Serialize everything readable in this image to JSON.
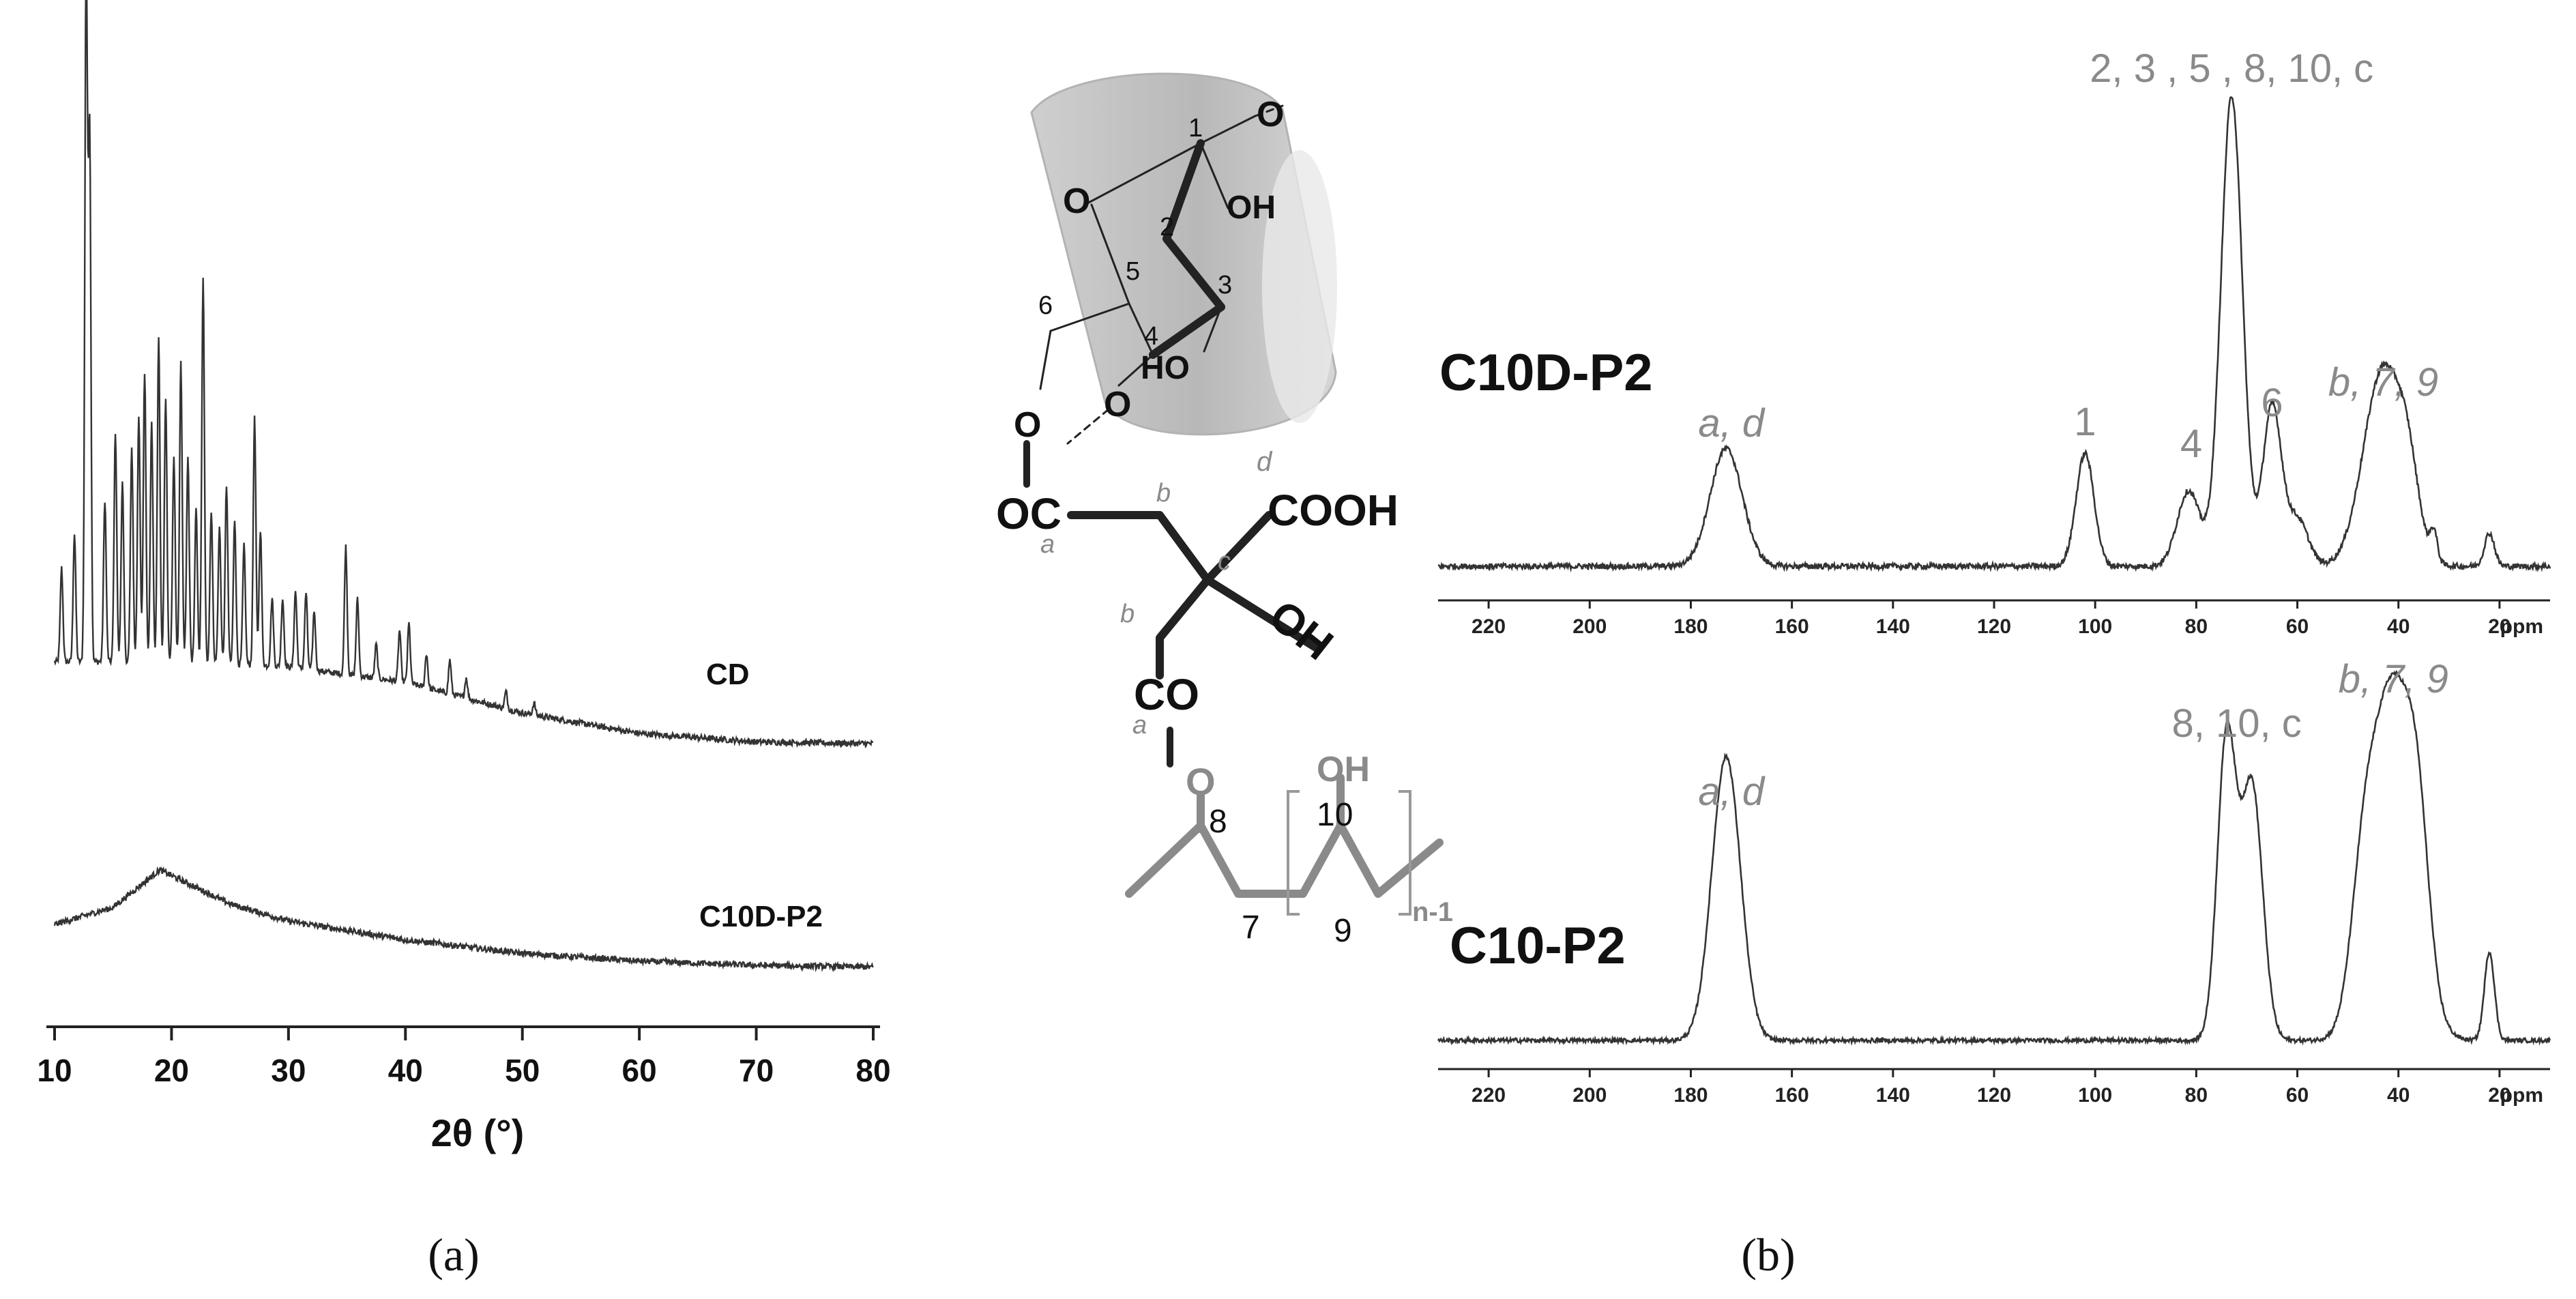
{
  "panel_labels": {
    "a": "(a)",
    "b": "(b)"
  },
  "colors": {
    "trace": "#333333",
    "gray_text": "#8a8a8a",
    "axis": "#222222",
    "cone": "#bdbdbd",
    "bold": "#111111"
  },
  "structure": {
    "atoms": {
      "o_top": "O",
      "o_ring": "O",
      "oh2": "OH",
      "ho3": "HO",
      "o4": "O",
      "o6": "O",
      "oc": "OC",
      "cooh": "COOH",
      "oh_c": "OH",
      "co": "CO",
      "o_ester": "O",
      "oh_pol": "OH"
    },
    "numbers": {
      "n1": "1",
      "n2": "2",
      "n3": "3",
      "n4": "4",
      "n5": "5",
      "n6": "6",
      "n7": "7",
      "n8": "8",
      "n9": "9",
      "n10": "10",
      "n_minus_1": "n-1"
    },
    "letters": {
      "a1": "a",
      "a2": "a",
      "b1": "b",
      "b2": "b",
      "c": "c",
      "d": "d"
    }
  },
  "chart_data": [
    {
      "type": "line",
      "panel": "a",
      "title": "",
      "xlabel": "2θ (°)",
      "ylabel": "",
      "xlim": [
        10,
        80
      ],
      "xticks": [
        10,
        20,
        30,
        40,
        50,
        60,
        70,
        80
      ],
      "grid": false,
      "series": [
        {
          "name": "CD",
          "baseline": [
            [
              10,
              0.5
            ],
            [
              20,
              0.5
            ],
            [
              30,
              0.47
            ],
            [
              40,
              0.38
            ],
            [
              50,
              0.2
            ],
            [
              60,
              0.08
            ],
            [
              70,
              0.03
            ],
            [
              80,
              0.02
            ]
          ],
          "peaks": [
            [
              10.6,
              0.55
            ],
            [
              11.7,
              0.75
            ],
            [
              12.7,
              4.1
            ],
            [
              13.0,
              3.1
            ],
            [
              14.3,
              0.95
            ],
            [
              15.2,
              1.35
            ],
            [
              15.8,
              1.05
            ],
            [
              16.6,
              1.25
            ],
            [
              17.2,
              1.45
            ],
            [
              17.7,
              1.7
            ],
            [
              18.3,
              1.4
            ],
            [
              18.9,
              1.9
            ],
            [
              19.5,
              1.55
            ],
            [
              20.2,
              1.2
            ],
            [
              20.8,
              1.75
            ],
            [
              21.4,
              1.2
            ],
            [
              22.1,
              0.9
            ],
            [
              22.7,
              2.25
            ],
            [
              23.4,
              0.9
            ],
            [
              24.1,
              0.8
            ],
            [
              24.7,
              1.05
            ],
            [
              25.4,
              0.85
            ],
            [
              26.2,
              0.7
            ],
            [
              27.1,
              1.45
            ],
            [
              27.6,
              0.8
            ],
            [
              28.6,
              0.4
            ],
            [
              29.5,
              0.4
            ],
            [
              30.6,
              0.45
            ],
            [
              31.5,
              0.45
            ],
            [
              32.2,
              0.35
            ],
            [
              34.9,
              0.75
            ],
            [
              35.9,
              0.45
            ],
            [
              37.5,
              0.2
            ],
            [
              39.5,
              0.3
            ],
            [
              40.3,
              0.35
            ],
            [
              41.8,
              0.2
            ],
            [
              43.8,
              0.2
            ],
            [
              45.2,
              0.12
            ],
            [
              48.6,
              0.1
            ],
            [
              51.0,
              0.07
            ]
          ]
        },
        {
          "name": "C10D-P2",
          "baseline": [
            [
              10,
              0.26
            ],
            [
              15,
              0.36
            ],
            [
              19,
              0.58
            ],
            [
              25,
              0.38
            ],
            [
              30,
              0.28
            ],
            [
              40,
              0.17
            ],
            [
              50,
              0.09
            ],
            [
              60,
              0.045
            ],
            [
              70,
              0.02
            ],
            [
              80,
              0.01
            ]
          ]
        }
      ]
    },
    {
      "type": "line",
      "panel": "b",
      "title": "",
      "xlabel": "ppm",
      "ylabel": "",
      "xlim": [
        230,
        10
      ],
      "xticks": [
        220,
        200,
        180,
        160,
        140,
        120,
        100,
        80,
        60,
        40,
        20
      ],
      "grid": false,
      "series": [
        {
          "name": "C10D-P2",
          "peaks": [
            [
              173,
              0.25
            ],
            [
              102,
              0.24
            ],
            [
              81.5,
              0.16
            ],
            [
              73,
              1.0
            ],
            [
              65,
              0.34
            ],
            [
              60,
              0.1
            ],
            [
              43,
              0.42
            ],
            [
              38,
              0.12
            ],
            [
              33,
              0.06
            ],
            [
              22,
              0.07
            ]
          ],
          "annotations": [
            {
              "text": "a, d",
              "x": 172
            },
            {
              "text": "1",
              "x": 102
            },
            {
              "text": "4",
              "x": 81
            },
            {
              "text": "2, 3 , 5 , 8, 10, c",
              "x": 73
            },
            {
              "text": "6",
              "x": 65
            },
            {
              "text": "b, 7, 9",
              "x": 43
            }
          ]
        },
        {
          "name": "C10-P2",
          "peaks": [
            [
              173,
              0.8
            ],
            [
              74,
              0.85
            ],
            [
              69,
              0.72
            ],
            [
              41,
              1.0
            ],
            [
              36,
              0.3
            ],
            [
              47,
              0.3
            ],
            [
              22,
              0.25
            ]
          ],
          "annotations": [
            {
              "text": "a, d",
              "x": 172
            },
            {
              "text": "8, 10, c",
              "x": 72
            },
            {
              "text": "b, 7, 9",
              "x": 41
            }
          ]
        }
      ]
    }
  ]
}
